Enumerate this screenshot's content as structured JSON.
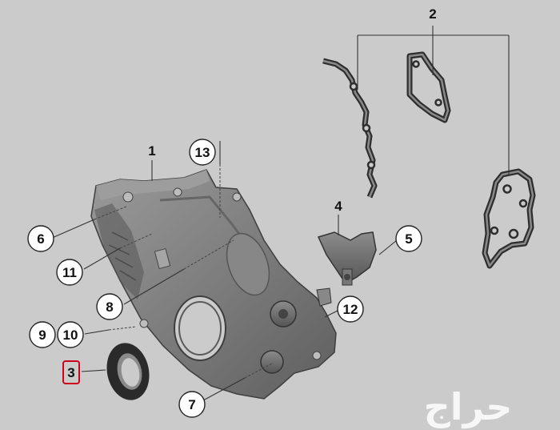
{
  "diagram": {
    "callouts": [
      {
        "id": "c1",
        "label": "1"
      },
      {
        "id": "c2",
        "label": "2"
      },
      {
        "id": "c3",
        "label": "3",
        "highlight": true,
        "highlight_color": "#d0021b"
      },
      {
        "id": "c4",
        "label": "4"
      },
      {
        "id": "c5",
        "label": "5"
      },
      {
        "id": "c6",
        "label": "6"
      },
      {
        "id": "c7",
        "label": "7"
      },
      {
        "id": "c8",
        "label": "8"
      },
      {
        "id": "c9",
        "label": "9"
      },
      {
        "id": "c10",
        "label": "10"
      },
      {
        "id": "c11",
        "label": "11"
      },
      {
        "id": "c12",
        "label": "12"
      },
      {
        "id": "c13",
        "label": "13"
      }
    ],
    "parts": [
      "front-timing-cover",
      "upper-gaskets",
      "radial-shaft-seal",
      "bracket",
      "seal-ring",
      "gasket-long",
      "gasket-square"
    ],
    "background_color": "#cbcbcb"
  },
  "watermark": {
    "text": "حراج"
  }
}
